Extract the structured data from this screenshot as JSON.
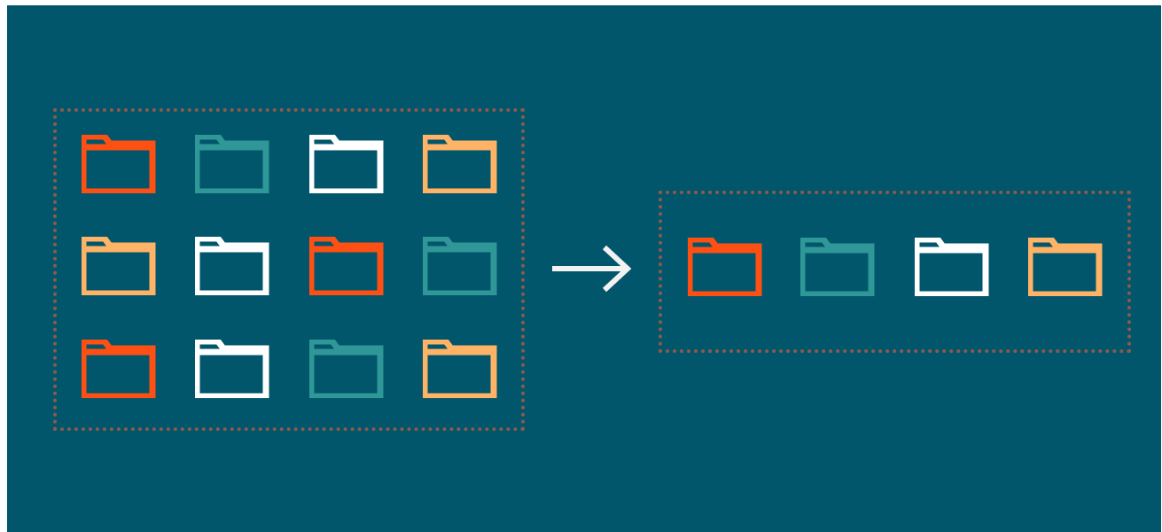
{
  "colors": {
    "background": "#02566b",
    "group_border": "#8c5a4c",
    "arrow": "#f2f2f2",
    "orange_red": "#ff5014",
    "teal": "#2f9797",
    "white": "#ffffff",
    "peach": "#ffb366"
  },
  "source_group": {
    "icon": "folder-icon",
    "rows": [
      [
        "orange_red",
        "teal",
        "white",
        "peach"
      ],
      [
        "peach",
        "white",
        "orange_red",
        "teal"
      ],
      [
        "orange_red",
        "white",
        "teal",
        "peach"
      ]
    ]
  },
  "connector": {
    "icon": "arrow-right-icon"
  },
  "target_group": {
    "icon": "folder-icon",
    "items": [
      "orange_red",
      "teal",
      "white",
      "peach"
    ]
  }
}
